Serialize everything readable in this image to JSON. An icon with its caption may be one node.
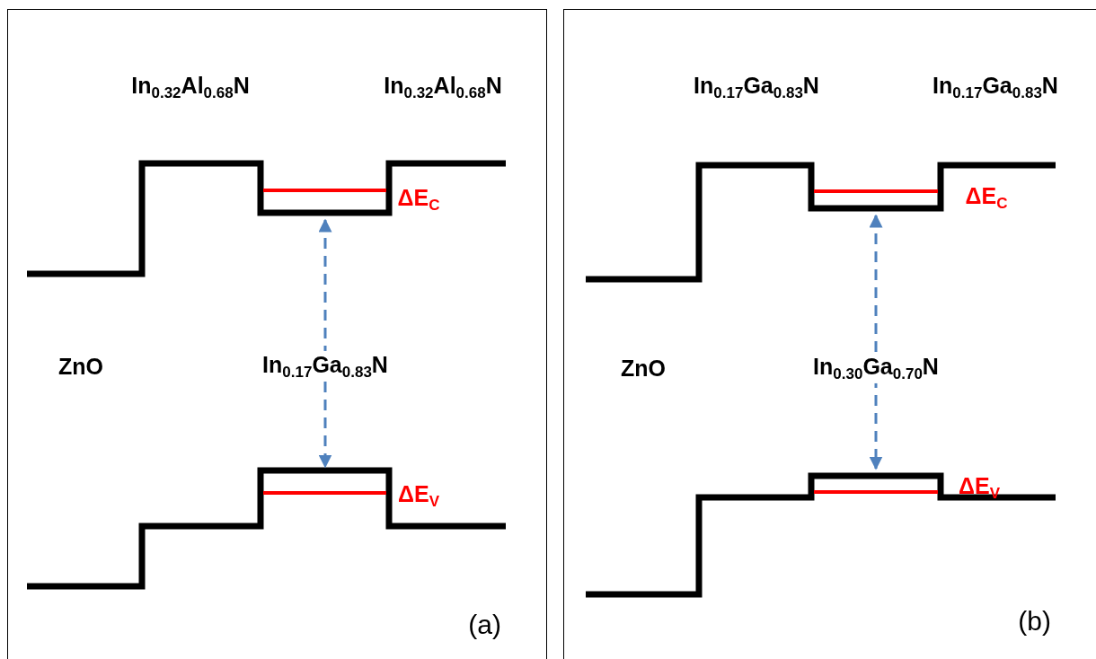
{
  "diagram": {
    "nodes": [
      {
        "text": [
          "(a)"
        ]
      },
      {
        "text": [
          "(b)"
        ]
      }
    ],
    "labels": [
      "In$_{0.32}$Al$_{0.68}$N",
      "In$_{0.32}$Al$_{0.68}$N",
      "ΔE$_{C}$",
      "ZnO",
      "In$_{0.17}$Ga$_{0.83}$N",
      "ΔE$_{V}$",
      "In$_{0.17}$Ga$_{0.83}$N",
      "In$_{0.17}$Ga$_{0.83}$N",
      "ΔE$_{C}$",
      "ZnO",
      "In$_{0.30}$Ga$_{0.70}$N",
      "ΔE$_{V}$"
    ]
  }
}
